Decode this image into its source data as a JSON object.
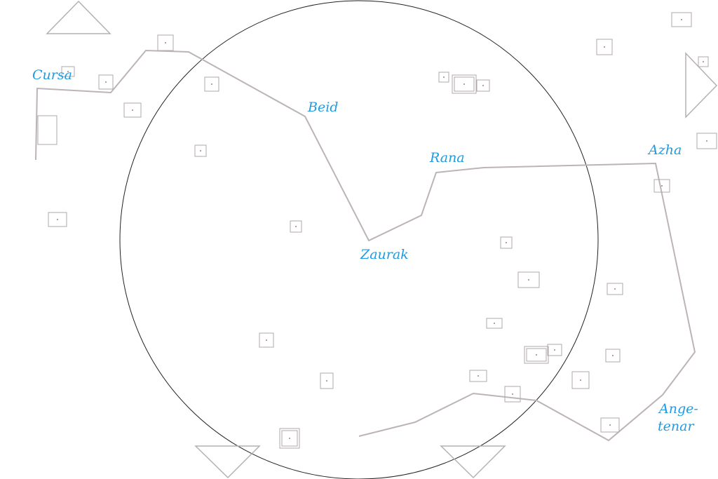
{
  "labels": {
    "cursa": "Cursa",
    "beid": "Beid",
    "rana": "Rana",
    "azha": "Azha",
    "zaurak": "Zaurak",
    "angetenar_1": "Ange-",
    "angetenar_2": "tenar"
  },
  "colors": {
    "label": "#1e9be3",
    "figure_line": "#bcb4b7",
    "star_box": "#b0a8ac",
    "circle": "#000000"
  },
  "icons": [
    "triangle-marker-icon",
    "star-marker-icon"
  ]
}
